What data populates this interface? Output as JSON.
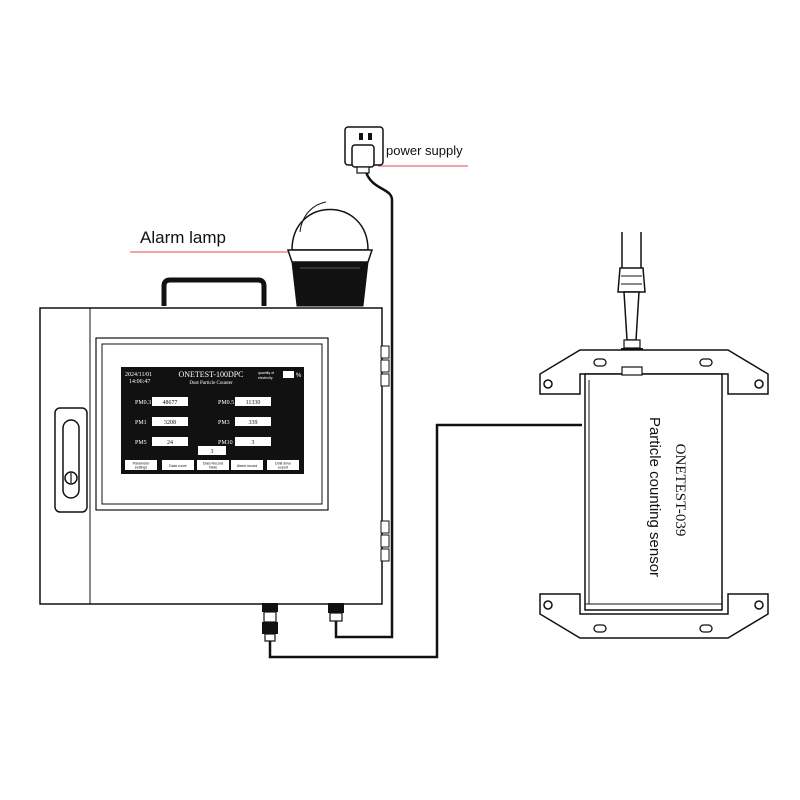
{
  "labels": {
    "alarm_lamp": "Alarm lamp",
    "power_supply": "power supply"
  },
  "screen": {
    "date": "2024/11/01",
    "time": "14:06:47",
    "title": "ONETEST-100DPC",
    "subtitle": "Dust Particle Counter",
    "status_top": "quantity of",
    "status_bottom": "electricity",
    "battery": "%",
    "readings": [
      {
        "label": "PM0.3",
        "value": "48677"
      },
      {
        "label": "PM0.5",
        "value": "11330"
      },
      {
        "label": "PM1",
        "value": "3208"
      },
      {
        "label": "PM3",
        "value": "339"
      },
      {
        "label": "PM5",
        "value": "24"
      },
      {
        "label": "PM10",
        "value": "3"
      }
    ],
    "center_value": "3",
    "buttons": [
      {
        "line1": "Parameter",
        "line2": "settings"
      },
      {
        "line1": "Data curve",
        "line2": ""
      },
      {
        "line1": "Data Record",
        "line2": "Table"
      },
      {
        "line1": "Alarm record",
        "line2": ""
      },
      {
        "line1": "USB drive",
        "line2": "export"
      }
    ]
  },
  "sensor": {
    "model": "ONETEST-039",
    "description": "Particle counting sensor"
  },
  "colors": {
    "callout_line": "#e8475a",
    "outline": "#111111",
    "screen_bg": "#111111",
    "panel_fill": "#ffffff"
  }
}
